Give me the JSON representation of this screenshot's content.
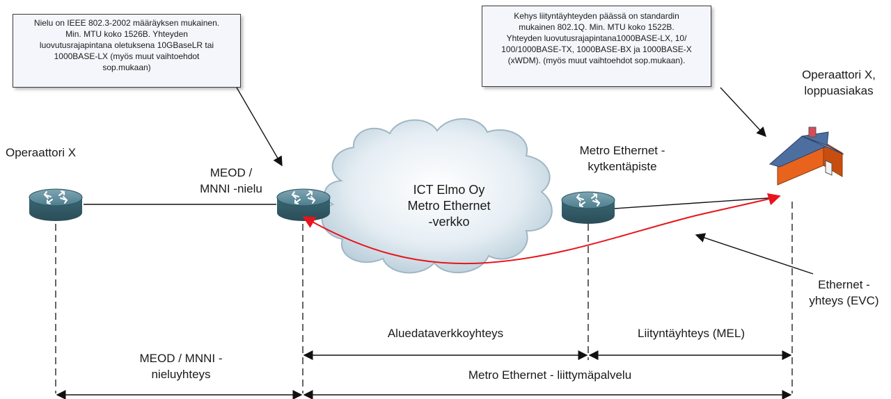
{
  "notes": {
    "left": [
      "Nielu on IEEE 802.3-2002 määräyksen mukainen.",
      "Min. MTU koko 1526B. Yhteyden",
      "luovutusrajapintana oletuksena 10GBaseLR tai",
      "1000BASE-LX  (myös muut vaihtoehdot",
      "sop.mukaan)"
    ],
    "right": [
      "Kehys liityntäyhteyden päässä on standardin",
      "mukainen 802.1Q. Min. MTU koko 1522B.",
      "Yhteyden luovutusrajapintana1000BASE-LX, 10/",
      "100/1000BASE-TX, 1000BASE-BX ja 1000BASE-X",
      "(xWDM). (myös muut vaihtoehdot sop.mukaan)."
    ]
  },
  "labels": {
    "operator_x": "Operaattori X",
    "end_customer": [
      "Operaattori X,",
      "loppuasiakas"
    ],
    "meod_sink": [
      "MEOD /",
      "MNNI -nielu"
    ],
    "cloud": [
      "ICT Elmo Oy",
      "Metro Ethernet",
      "-verkko"
    ],
    "switch_point": [
      "Metro Ethernet -",
      "kytkentäpiste"
    ],
    "evc": [
      "Ethernet -",
      "yhteys (EVC)"
    ],
    "regional_link": "Aluedataverkkoyhteys",
    "access_link": "Liityntäyhteys (MEL)",
    "sink_link": [
      "MEOD / MNNI -",
      "nieluyhteys"
    ],
    "access_service": "Metro Ethernet - liittymäpalvelu"
  },
  "colors": {
    "evc_path": "#e8141c",
    "router": "#3f6f7d",
    "cloud": "#d4e3ec",
    "house_wall": "#e8641c",
    "house_roof": "#4d6fa0"
  },
  "icons": [
    "router-icon",
    "cloud-icon",
    "house-icon"
  ]
}
